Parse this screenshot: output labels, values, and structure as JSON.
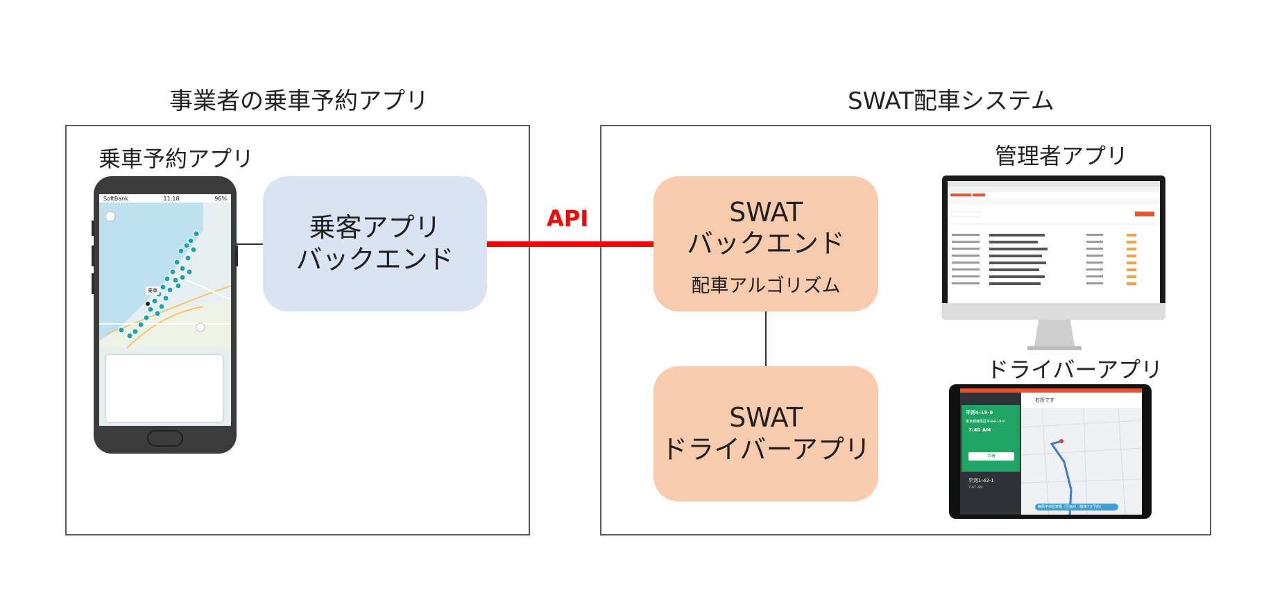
{
  "left_title": "事業者の乗車予約アプリ",
  "right_title": "SWAT配車システム",
  "left_group": {
    "phone_label": "乗車予約アプリ",
    "backend_box": {
      "line1": "乗客アプリ",
      "line2": "バックエンド"
    }
  },
  "api_label": "API",
  "right_group": {
    "backend_box": {
      "line1": "SWAT",
      "line2": "バックエンド",
      "sub": "配車アルゴリズム"
    },
    "driver_box": {
      "line1": "SWAT",
      "line2": "ドライバーアプリ"
    },
    "admin_label": "管理者アプリ",
    "driver_app_label": "ドライバーアプリ"
  },
  "phone": {
    "carrier": "SoftBank",
    "time": "11:18",
    "battery": "96%",
    "map_label": "乗車"
  },
  "tablet": {
    "turn_text": "右折です",
    "stop1_title": "平河4-19-6",
    "stop1_addr": "東京都練馬区平河4-19-6",
    "stop1_time": "7:40 AM",
    "stop1_button": "到着",
    "stop2_title": "平河1-42-1",
    "stop2_time": "7:47 AM",
    "bottom_bar": "練馬中央駐車場（区画A）（駐車7分予約）"
  },
  "colors": {
    "api_line": "#ff0000",
    "blue_box": "#dae3f3",
    "orange_box": "#f8cbad",
    "map_marker": "#1aa3b0",
    "tablet_green": "#1fa463",
    "tablet_topbar": "#e8542f"
  }
}
